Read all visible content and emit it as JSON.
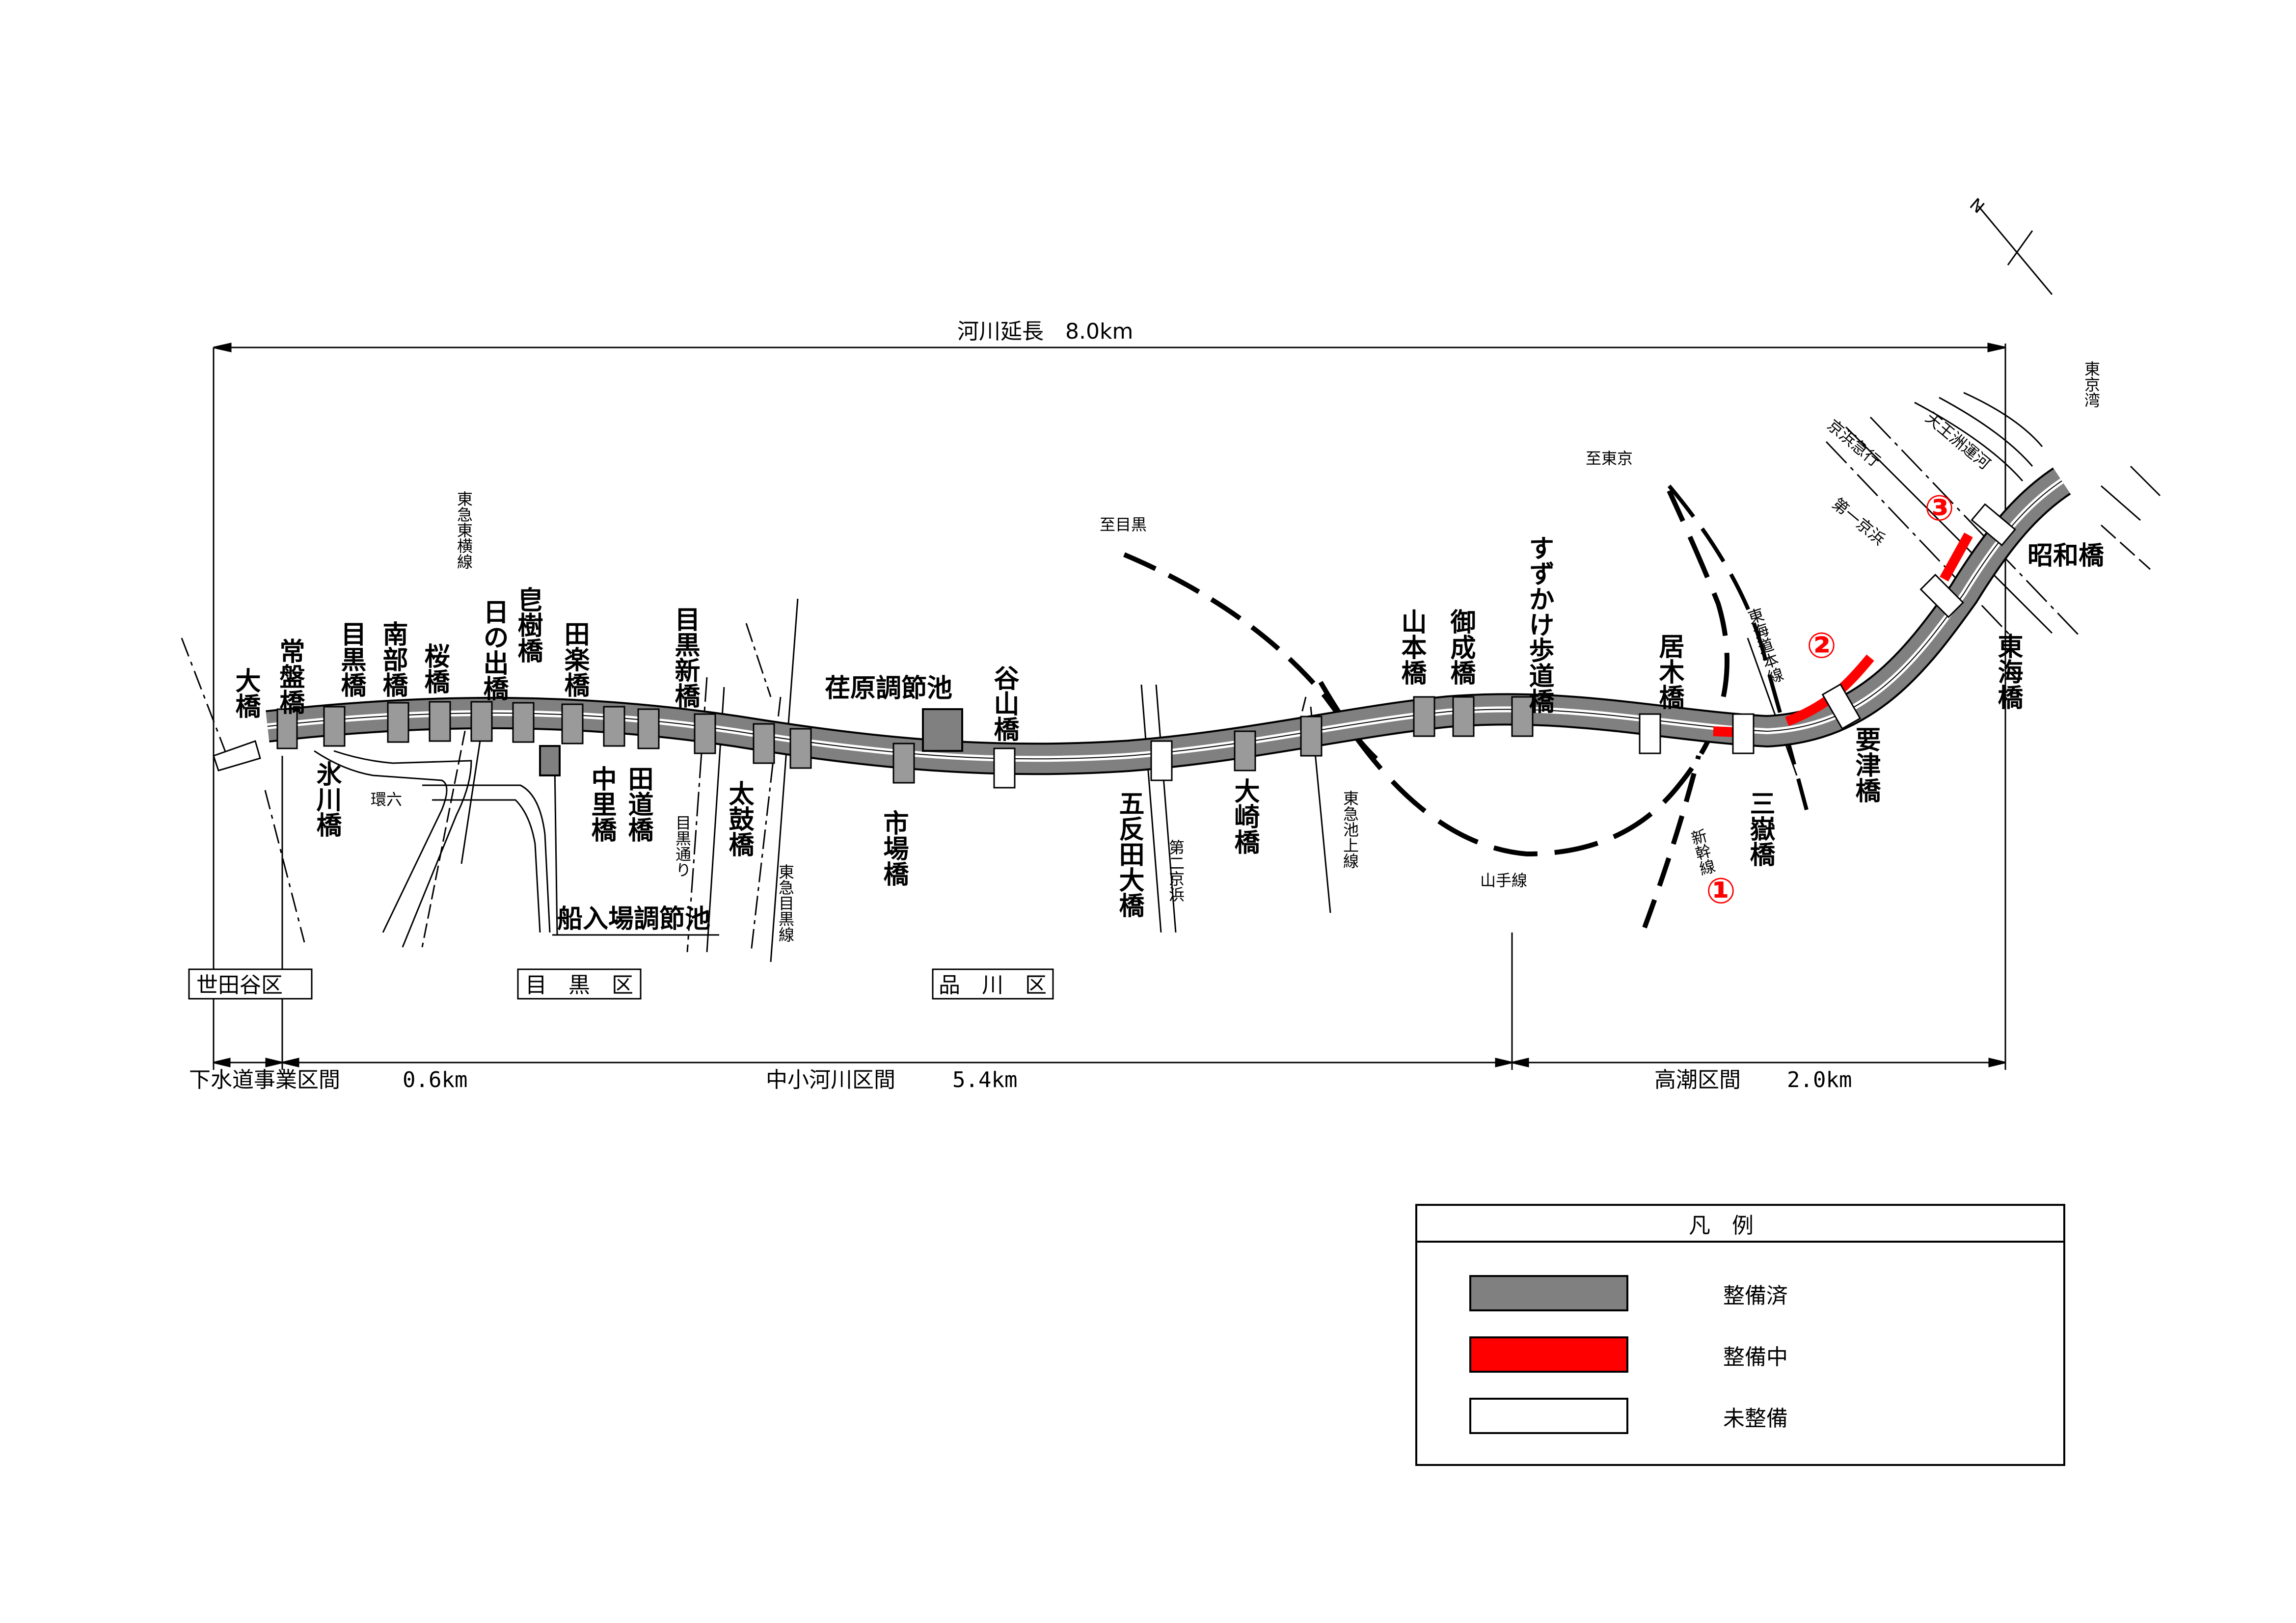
{
  "river": {
    "total_length_label": "河川延長　8.0km",
    "sections": [
      {
        "name": "下水道事業区間",
        "length": "0.6km"
      },
      {
        "name": "中小河川区間",
        "length": "5.4km"
      },
      {
        "name": "高潮区間",
        "length": "2.0km"
      }
    ]
  },
  "wards": [
    "世田谷区",
    "目　黒　区",
    "品　川　区"
  ],
  "bridges": {
    "oohashi": "大橋",
    "tokiwa": "常盤橋",
    "hikawa": "氷川橋",
    "meguro": "目黒橋",
    "nanbu": "南部橋",
    "sakura": "桜橋",
    "hinode": "日の出橋",
    "saikachi": "皀樹橋",
    "dengaku": "田楽橋",
    "nakasato": "中里橋",
    "tamichi": "田道橋",
    "meguroshin": "目黒新橋",
    "taiko": "太鼓橋",
    "ichiba": "市場橋",
    "yagayama": "谷山橋",
    "gotanda": "五反田大橋",
    "osaki": "大崎橋",
    "yamamoto": "山本橋",
    "onari": "御成橋",
    "suzukake": "すずかけ歩道橋",
    "iki": "居木橋",
    "sangaku": "三嶽橋",
    "kanametsu": "要津橋",
    "tokai": "東海橋",
    "showa": "昭和橋"
  },
  "ponds": {
    "ebara": "荏原調節池",
    "funairiba": "船入場調節池"
  },
  "lines": {
    "tokyu_toyoko": "東急東横線",
    "kan6": "環六",
    "meguro_dori": "目黒通り",
    "tokyu_meguro": "東急目黒線",
    "dai2_keihin": "第二京浜",
    "tokyu_ikegami": "東急池上線",
    "yamanote": "山手線",
    "shinkansen": "新幹線",
    "tokaido": "東海道本線",
    "dai1_keihin": "第一京浜",
    "keikyu": "京浜急行",
    "tennozu": "天王洲運河",
    "to_meguro": "至目黒",
    "to_tokyo": "至東京",
    "tokyo_bay": "東京湾"
  },
  "markers": [
    "①",
    "②",
    "③"
  ],
  "legend": {
    "title": "凡　例",
    "items": [
      {
        "label": "整備済",
        "color": "#808080"
      },
      {
        "label": "整備中",
        "color": "#ff0000"
      },
      {
        "label": "未整備",
        "color": "#ffffff"
      }
    ]
  },
  "north_symbol": "N"
}
